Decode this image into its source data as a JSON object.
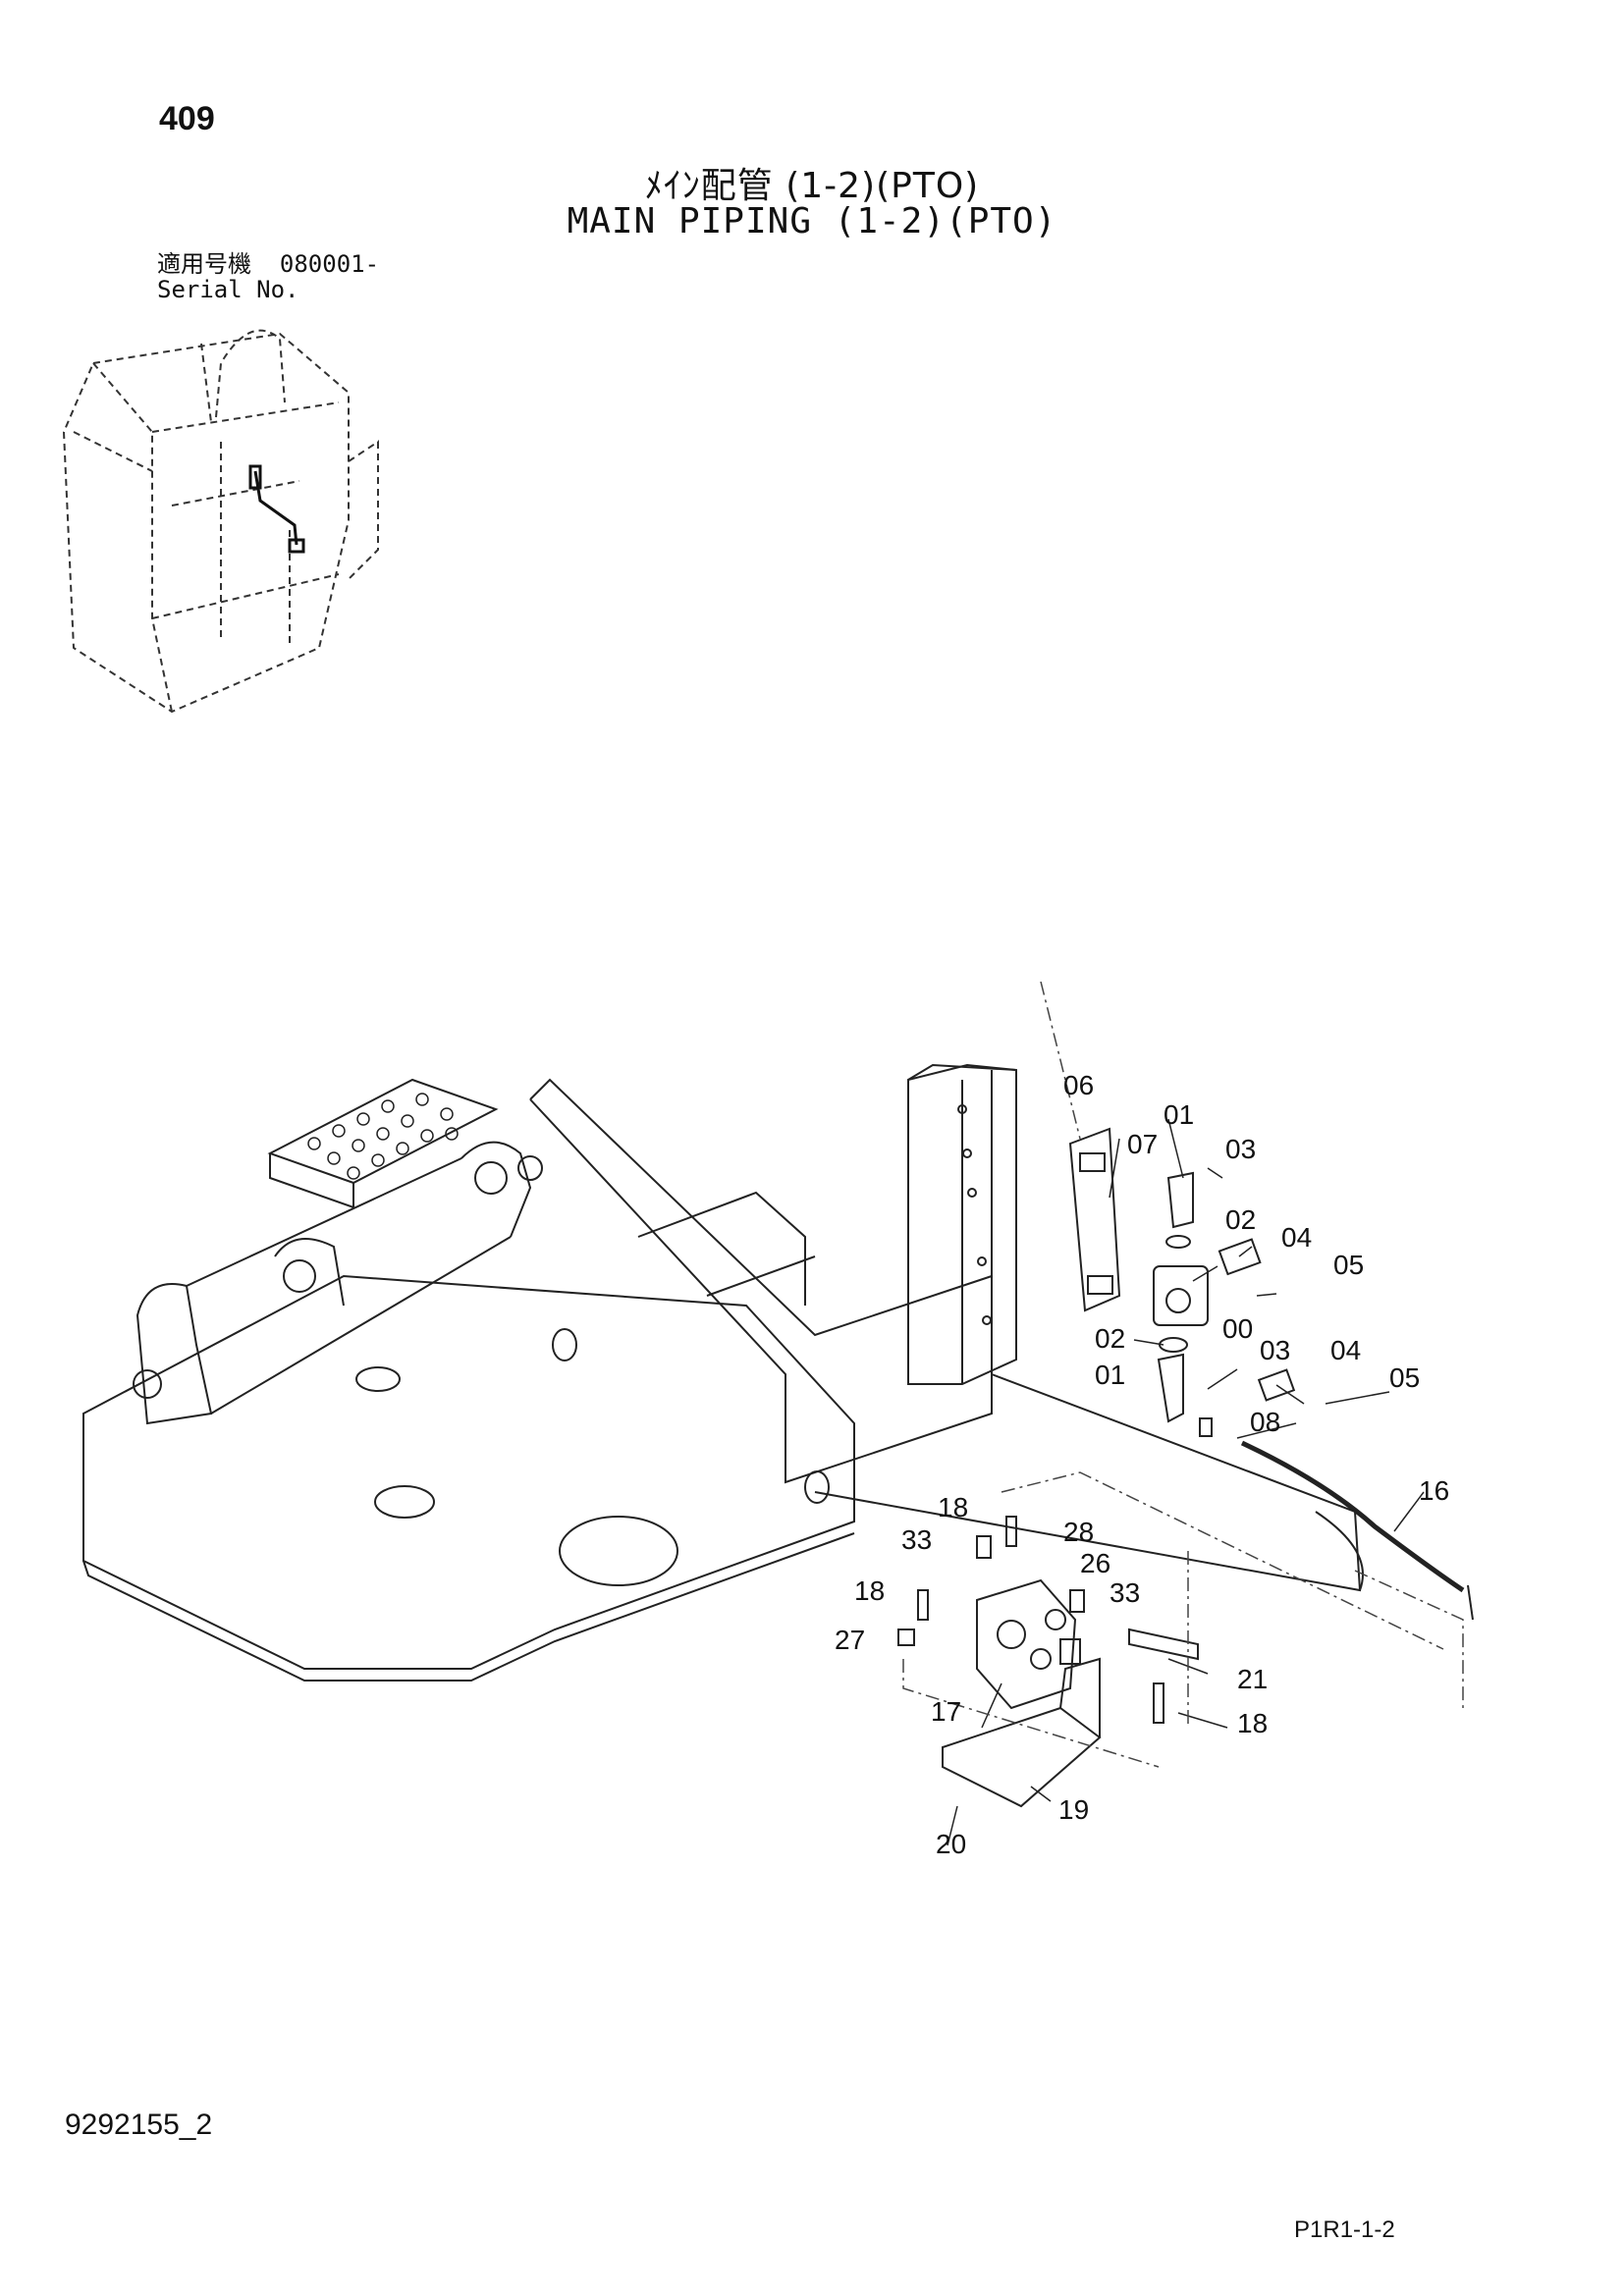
{
  "page_number": "409",
  "title_jp": "ﾒｲﾝ配管 (1-2)(PTO)",
  "title_en": "MAIN PIPING (1-2)(PTO)",
  "serial_label_jp": "適用号機",
  "serial_value": "080001-",
  "serial_label_en": "Serial No.",
  "callouts": [
    "06",
    "01",
    "07",
    "03",
    "02",
    "04",
    "05",
    "00",
    "02",
    "03",
    "04",
    "01",
    "05",
    "08",
    "16",
    "18",
    "28",
    "33",
    "26",
    "18",
    "33",
    "27",
    "21",
    "17",
    "18",
    "19",
    "20"
  ],
  "doc_number": "9292155_2",
  "page_code": "P1R1-1-2"
}
